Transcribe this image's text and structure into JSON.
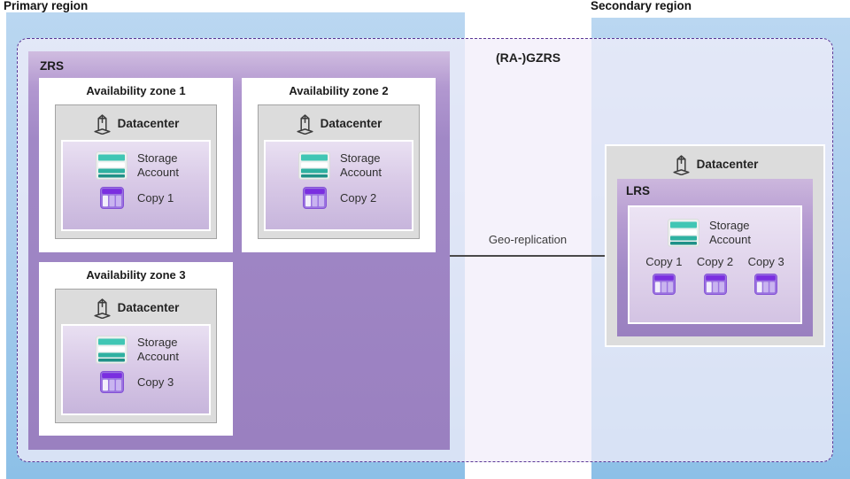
{
  "diagram": {
    "primary_region_label": "Primary region",
    "secondary_region_label": "Secondary region",
    "gzrs_label": "(RA-)GZRS",
    "zrs_label": "ZRS",
    "lrs_label": "LRS",
    "geo_replication_label": "Geo-replication",
    "datacenter_label": "Datacenter",
    "storage_account_label": "Storage Account",
    "zones": [
      {
        "title": "Availability zone 1",
        "copy": "Copy 1"
      },
      {
        "title": "Availability zone 2",
        "copy": "Copy 2"
      },
      {
        "title": "Availability zone 3",
        "copy": "Copy 3"
      }
    ],
    "secondary_copies": [
      "Copy 1",
      "Copy 2",
      "Copy 3"
    ],
    "icons": {
      "datacenter": "datacenter-building-icon",
      "storage_account": "storage-account-icon",
      "copy": "table-copy-icon"
    },
    "colors": {
      "region_blue_top": "#bad7f1",
      "region_blue_bottom": "#8cc0e7",
      "zrs_purple_top": "#d0bce0",
      "zrs_purple_bottom": "#9a80c0",
      "inner_lavender_top": "#e9e0f2",
      "inner_lavender_bottom": "#c7b5dc",
      "datacenter_gray": "#dcdcdc",
      "dashed_border_purple": "#5a3796",
      "storage_teal": "#40c6b4",
      "copy_purple": "#7a2ee0",
      "arrow_gray": "#4a4a4a"
    }
  }
}
